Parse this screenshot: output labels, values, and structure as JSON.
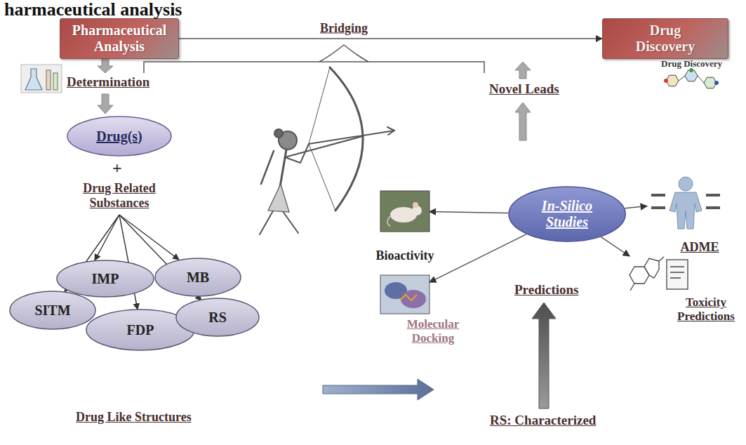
{
  "diagram": {
    "title": "harmaceutical analysis",
    "nodes": [
      {
        "text": [
          "Pharmaceutical Analysis"
        ]
      },
      {
        "text": [
          "Drug Discovery"
        ]
      },
      {
        "text": [
          "Drug(s)"
        ]
      },
      {
        "text": [
          "IMP"
        ]
      },
      {
        "text": [
          "MB"
        ]
      },
      {
        "text": [
          "SITM"
        ]
      },
      {
        "text": [
          "FDP"
        ]
      },
      {
        "text": [
          "RS"
        ]
      },
      {
        "text": [
          "In-Silico Studies"
        ]
      },
      {
        "text": [
          "Bioactivity"
        ]
      },
      {
        "text": [
          "Molecular Docking"
        ]
      },
      {
        "text": [
          "ADME"
        ]
      },
      {
        "text": [
          "Toxicity Predictions"
        ]
      }
    ],
    "edges": [
      {
        "from": 0,
        "to": 1,
        "label": "Bridging",
        "arrow": "to"
      },
      {
        "from": 8,
        "to": 9,
        "arrow": "to"
      },
      {
        "from": 8,
        "to": 10,
        "arrow": "to"
      },
      {
        "from": 8,
        "to": 11,
        "arrow": "to"
      },
      {
        "from": 8,
        "to": 12,
        "arrow": "to"
      }
    ],
    "labels": [
      "Determination",
      "+",
      "Drug Related Substances",
      "Drug Like Structures",
      "RS: Characterized",
      "Predictions",
      "Novel Leads",
      "Drug Discovery"
    ]
  }
}
